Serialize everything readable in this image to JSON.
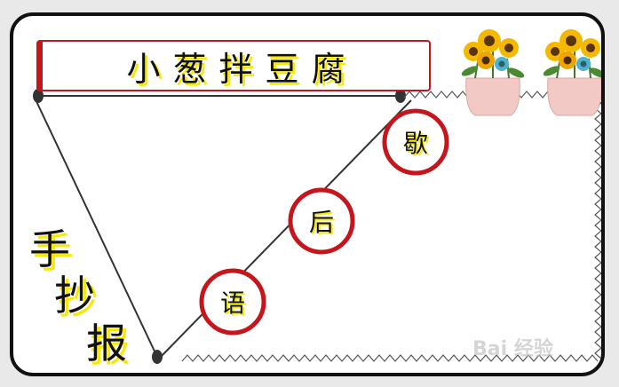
{
  "title": "小葱拌豆腐",
  "side_title": [
    "手",
    "抄",
    "报"
  ],
  "circles": [
    "歇",
    "后",
    "语"
  ],
  "watermark": "Bai 经验",
  "colors": {
    "accent_red": "#c4161c",
    "highlight_yellow": "#f6e80b",
    "line": "#333333",
    "vase_pink": "#f3c9c6",
    "sunflower_yellow": "#f5b800"
  },
  "decorations": [
    "sunflower-vase-icon",
    "sunflower-vase-icon"
  ]
}
